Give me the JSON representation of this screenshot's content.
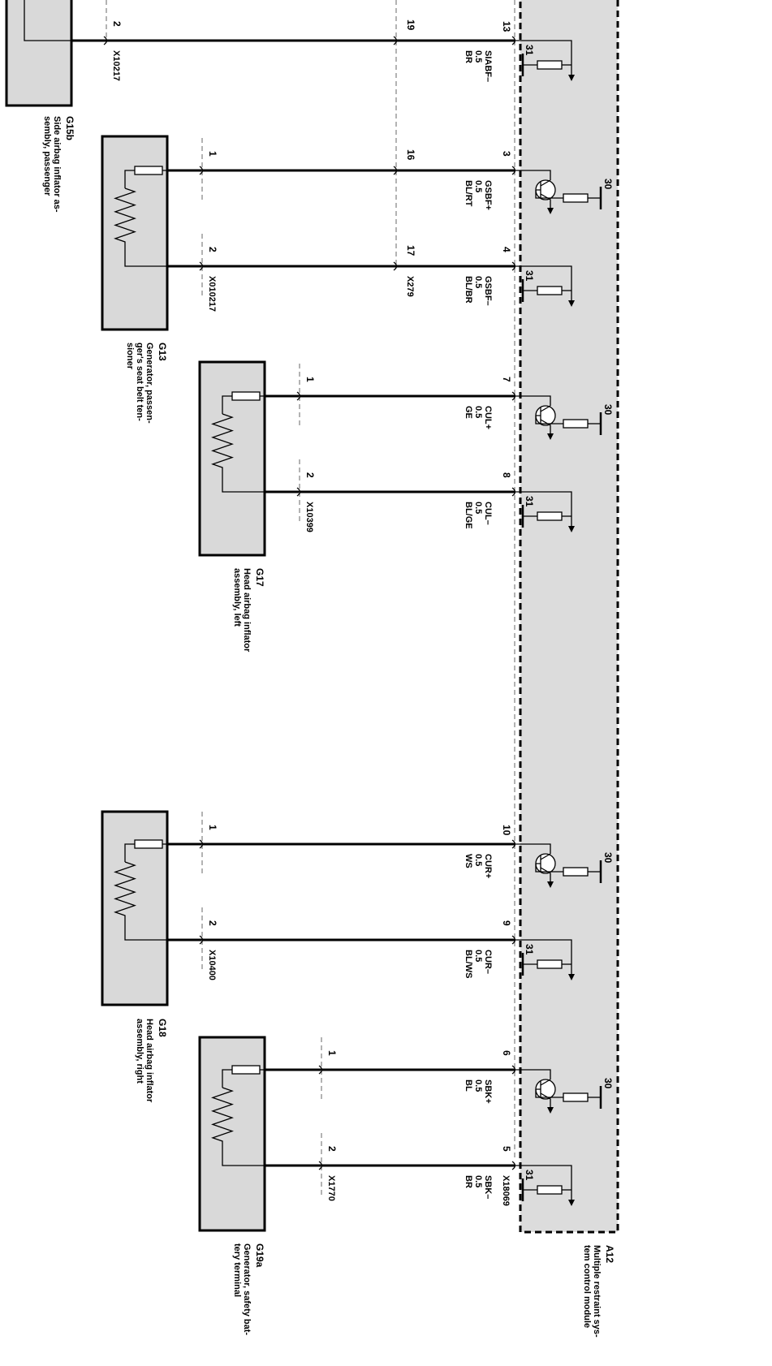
{
  "components": [
    {
      "ref": "G15b",
      "desc": [
        "Side airbag inflator as-",
        "sembly, passenger"
      ]
    },
    {
      "ref": "G13",
      "desc": [
        "Generator, passen-",
        "ger's seat belt ten-",
        "sioner"
      ]
    },
    {
      "ref": "G17",
      "desc": [
        "Head airbag inflator",
        "assembly, left"
      ]
    },
    {
      "ref": "G18",
      "desc": [
        "Head airbag inflator",
        "assembly, right"
      ]
    },
    {
      "ref": "G19a",
      "desc": [
        "Generator, safety bat-",
        "tery terminal"
      ]
    },
    {
      "ref": "A12",
      "desc": [
        "Multiple restraint sys-",
        "tem control module"
      ]
    }
  ],
  "wires": [
    {
      "pin_comp": "2",
      "pin_mid": "19",
      "pin_mod": "13",
      "sig": "SIABF–",
      "size": "0.5",
      "color": "BR",
      "conn": "X10217",
      "conn2": "",
      "ground": "31"
    },
    {
      "pin_comp": "1",
      "pin_mid": "16",
      "pin_mod": "3",
      "sig": "GSBF+",
      "size": "0.5",
      "color": "BL/RT",
      "conn": "",
      "conn2": "",
      "ground": "30"
    },
    {
      "pin_comp": "2",
      "pin_mid": "17",
      "pin_mod": "4",
      "sig": "GSBF–",
      "size": "0.5",
      "color": "BL/BR",
      "conn": "X010217",
      "conn2": "X279",
      "ground": "31"
    },
    {
      "pin_comp": "1",
      "pin_mid": "",
      "pin_mod": "7",
      "sig": "CUL+",
      "size": "0.5",
      "color": "GE",
      "conn": "",
      "conn2": "",
      "ground": "30"
    },
    {
      "pin_comp": "2",
      "pin_mid": "",
      "pin_mod": "8",
      "sig": "CUL–",
      "size": "0.5",
      "color": "BL/GE",
      "conn": "X10399",
      "conn2": "",
      "ground": "31"
    },
    {
      "pin_comp": "1",
      "pin_mid": "",
      "pin_mod": "10",
      "sig": "CUR+",
      "size": "0.5",
      "color": "WS",
      "conn": "",
      "conn2": "",
      "ground": "30"
    },
    {
      "pin_comp": "2",
      "pin_mid": "",
      "pin_mod": "9",
      "sig": "CUR–",
      "size": "0.5",
      "color": "BL/WS",
      "conn": "X10400",
      "conn2": "",
      "ground": "31"
    },
    {
      "pin_comp": "1",
      "pin_mid": "",
      "pin_mod": "6",
      "sig": "SBK+",
      "size": "0.5",
      "color": "BL",
      "conn": "",
      "conn2": "",
      "ground": "30"
    },
    {
      "pin_comp": "2",
      "pin_mid": "",
      "pin_mod": "5",
      "sig": "SBK–",
      "size": "0.5",
      "color": "BR",
      "conn": "X1770",
      "conn2": "X18069",
      "ground": "31"
    }
  ]
}
